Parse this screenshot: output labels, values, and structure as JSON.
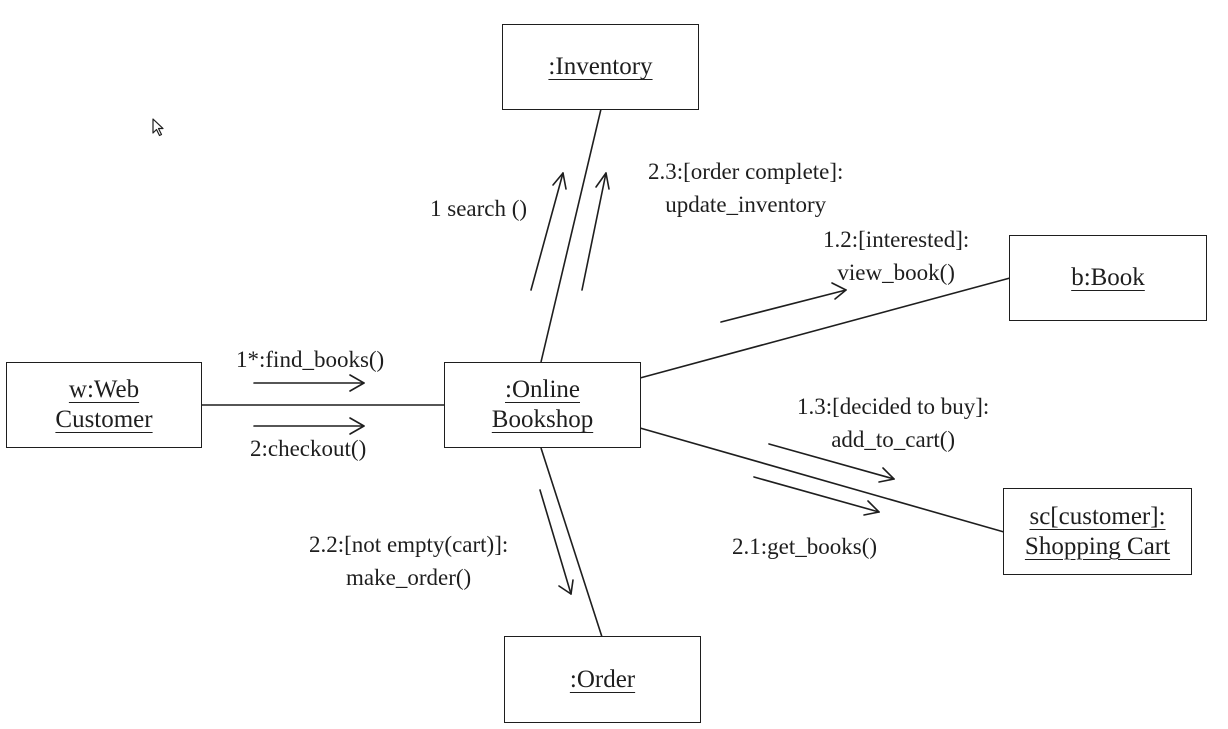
{
  "objects": {
    "inventory": ":Inventory",
    "web_customer": [
      "w:Web",
      "Customer"
    ],
    "online_bookshop": [
      ":Online",
      "Bookshop"
    ],
    "book": "b:Book",
    "shopping_cart": [
      "sc[customer]:",
      "Shopping Cart"
    ],
    "order": ":Order"
  },
  "messages": {
    "search": "1 search ()",
    "update_inventory": [
      "2.3:[order complete]:",
      "update_inventory"
    ],
    "view_book": [
      "1.2:[interested]:",
      "view_book()"
    ],
    "find_books": "1*:find_books()",
    "checkout": "2:checkout()",
    "add_to_cart": [
      "1.3:[decided to buy]:",
      "add_to_cart()"
    ],
    "get_books": "2.1:get_books()",
    "make_order": [
      "2.2:[not empty(cart)]:",
      "make_order()"
    ]
  }
}
